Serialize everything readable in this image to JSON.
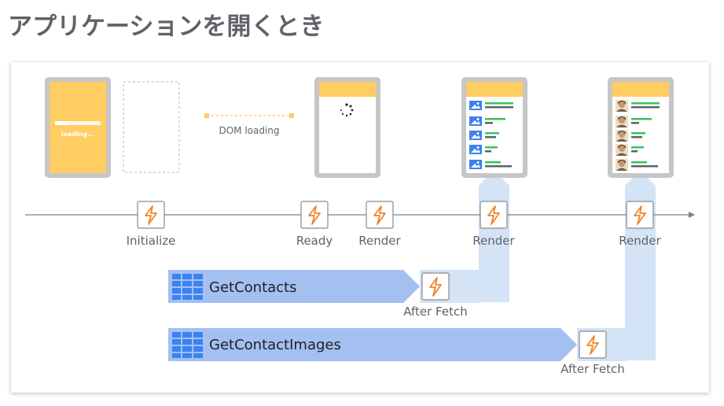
{
  "title": "アプリケーションを開くとき",
  "splash": {
    "loading_text": "loading..."
  },
  "dom_loading": {
    "label": "DOM loading"
  },
  "events": [
    {
      "id": "initialize",
      "label": "Initialize"
    },
    {
      "id": "ready",
      "label": "Ready"
    },
    {
      "id": "render-1",
      "label": "Render"
    },
    {
      "id": "render-2",
      "label": "Render"
    },
    {
      "id": "render-3",
      "label": "Render"
    }
  ],
  "fetches": [
    {
      "id": "get-contacts",
      "label": "GetContacts",
      "after_label": "After Fetch"
    },
    {
      "id": "get-contact-images",
      "label": "GetContactImages",
      "after_label": "After Fetch"
    }
  ],
  "colors": {
    "phone_frame": "#c6c6c6",
    "yellow": "#ffcd61",
    "timeline": "#7f7f7f",
    "bolt": "#ee8527",
    "icon_border": "#8a8a8a",
    "fetch_bar": "#a3c0f1",
    "render_column": "#d4e3f6",
    "grid_icon": "#3c82f0",
    "green_line": "#34c759",
    "gray_line": "#5f6368",
    "image_icon": "#3c82f0",
    "text": "#5f6368",
    "fetch_text": "#202124"
  },
  "icons": {
    "event": "lightning-bolt-icon",
    "fetch": "table-grid-icon",
    "list_image": "image-icon",
    "contact_photo": "avatar-icon",
    "spinner": "loading-spinner-icon"
  }
}
